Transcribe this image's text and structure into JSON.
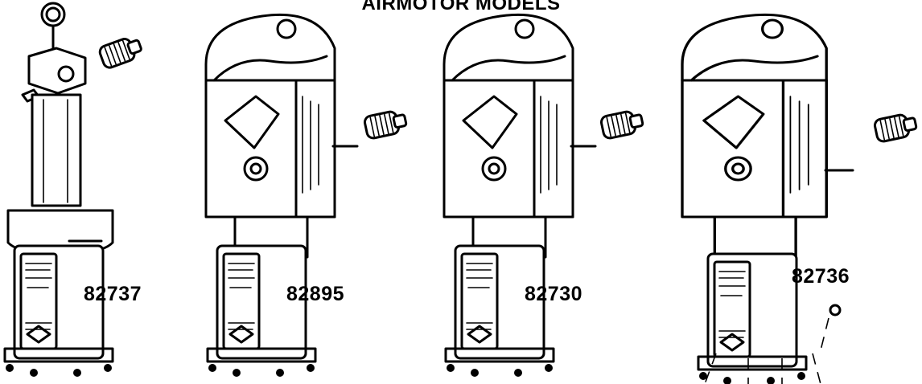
{
  "title": "AIRMOTOR MODELS",
  "models": [
    {
      "number": "82737"
    },
    {
      "number": "82895"
    },
    {
      "number": "82730"
    },
    {
      "number": "82736"
    }
  ]
}
